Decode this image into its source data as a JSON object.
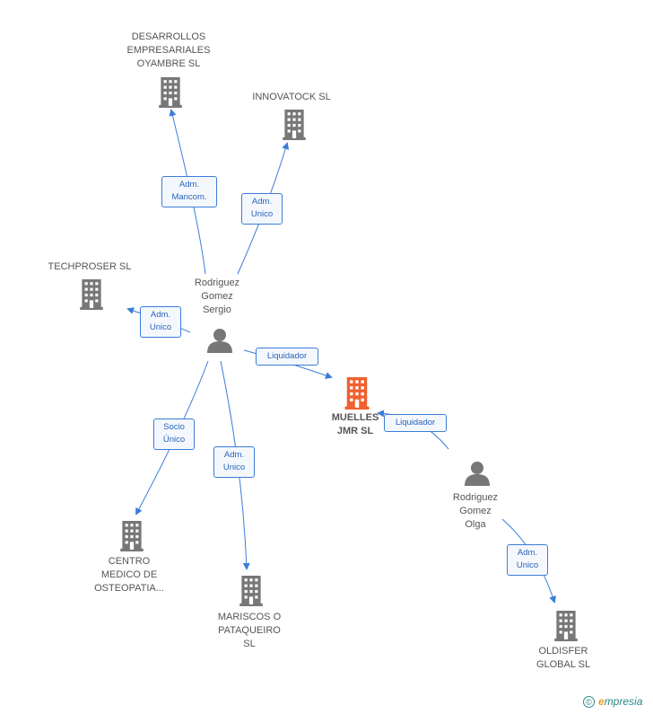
{
  "colors": {
    "arrow": "#3b7dd8",
    "building": "#777777",
    "building_main": "#f06030",
    "person": "#777777"
  },
  "companies": {
    "desarrollos": [
      "DESARROLLOS",
      "EMPRESARIALES",
      "OYAMBRE SL"
    ],
    "innovatock": [
      "INNOVATOCK SL"
    ],
    "techproser": [
      "TECHPROSER SL"
    ],
    "muelles": [
      "MUELLES",
      "JMR SL"
    ],
    "centro": [
      "CENTRO",
      "MEDICO DE",
      "OSTEOPATIA..."
    ],
    "mariscos": [
      "MARISCOS O",
      "PATAQUEIRO",
      "SL"
    ],
    "oldisfer": [
      "OLDISFER",
      "GLOBAL SL"
    ]
  },
  "persons": {
    "sergio": [
      "Rodriguez",
      "Gomez",
      "Sergio"
    ],
    "olga": [
      "Rodriguez",
      "Gomez",
      "Olga"
    ]
  },
  "edges": {
    "sergio_desarrollos": [
      "Adm.",
      "Mancom."
    ],
    "sergio_innovatock": [
      "Adm.",
      "Unico"
    ],
    "sergio_techproser": [
      "Adm.",
      "Unico"
    ],
    "sergio_muelles": [
      "Liquidador"
    ],
    "sergio_centro": [
      "Socio",
      "Único"
    ],
    "sergio_mariscos": [
      "Adm.",
      "Unico"
    ],
    "olga_muelles": [
      "Liquidador"
    ],
    "olga_oldisfer": [
      "Adm.",
      "Unico"
    ]
  },
  "footer": {
    "copyright_symbol": "©",
    "brand_initial": "e",
    "brand_rest": "mpresia"
  }
}
